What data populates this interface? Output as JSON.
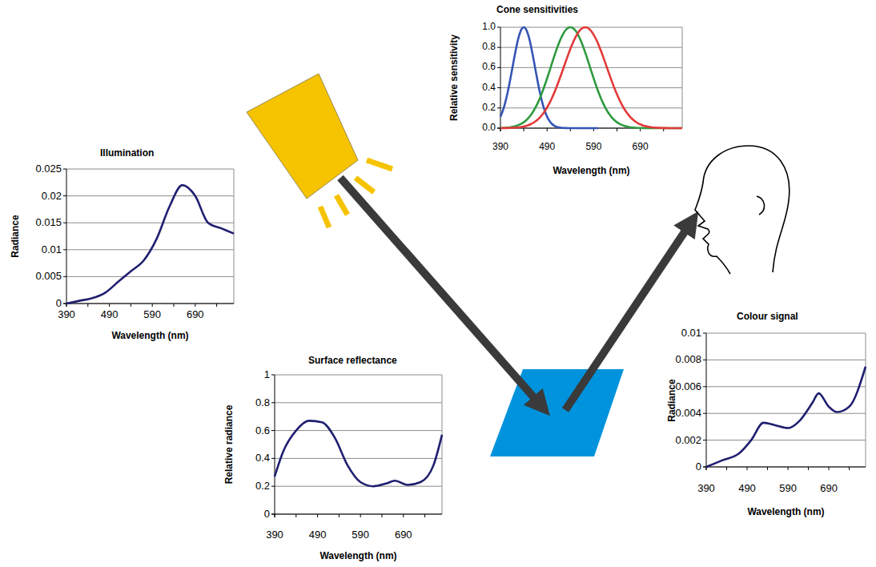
{
  "diagram": {
    "nodes": [
      {
        "text": [
          "Cone sensitivities",
          "Relative sensitivity",
          "Wavelength (nm)",
          "0.0",
          "0.2",
          "0.4",
          "0.6",
          "0.8",
          "1.0",
          "390",
          "490",
          "590",
          "690"
        ]
      },
      {
        "text": [
          "Illumination",
          "Radiance",
          "Wavelength (nm)",
          "0",
          "0.005",
          "0.01",
          "0.015",
          "0.02",
          "0.025",
          "390",
          "490",
          "590",
          "690"
        ]
      },
      {
        "text": [
          "Surface reflectance",
          "Relative radiance",
          "Wavelength (nm)",
          "0",
          "0.2",
          "0.4",
          "0.6",
          "0.8",
          "1",
          "390",
          "490",
          "590",
          "690"
        ]
      },
      {
        "text": [
          "Colour signal",
          "Radiance",
          "Wavelength (nm)",
          "0",
          "0.002",
          "0.004",
          "0.006",
          "0.008",
          "0.01",
          "390",
          "490",
          "590",
          "690"
        ]
      }
    ]
  }
}
